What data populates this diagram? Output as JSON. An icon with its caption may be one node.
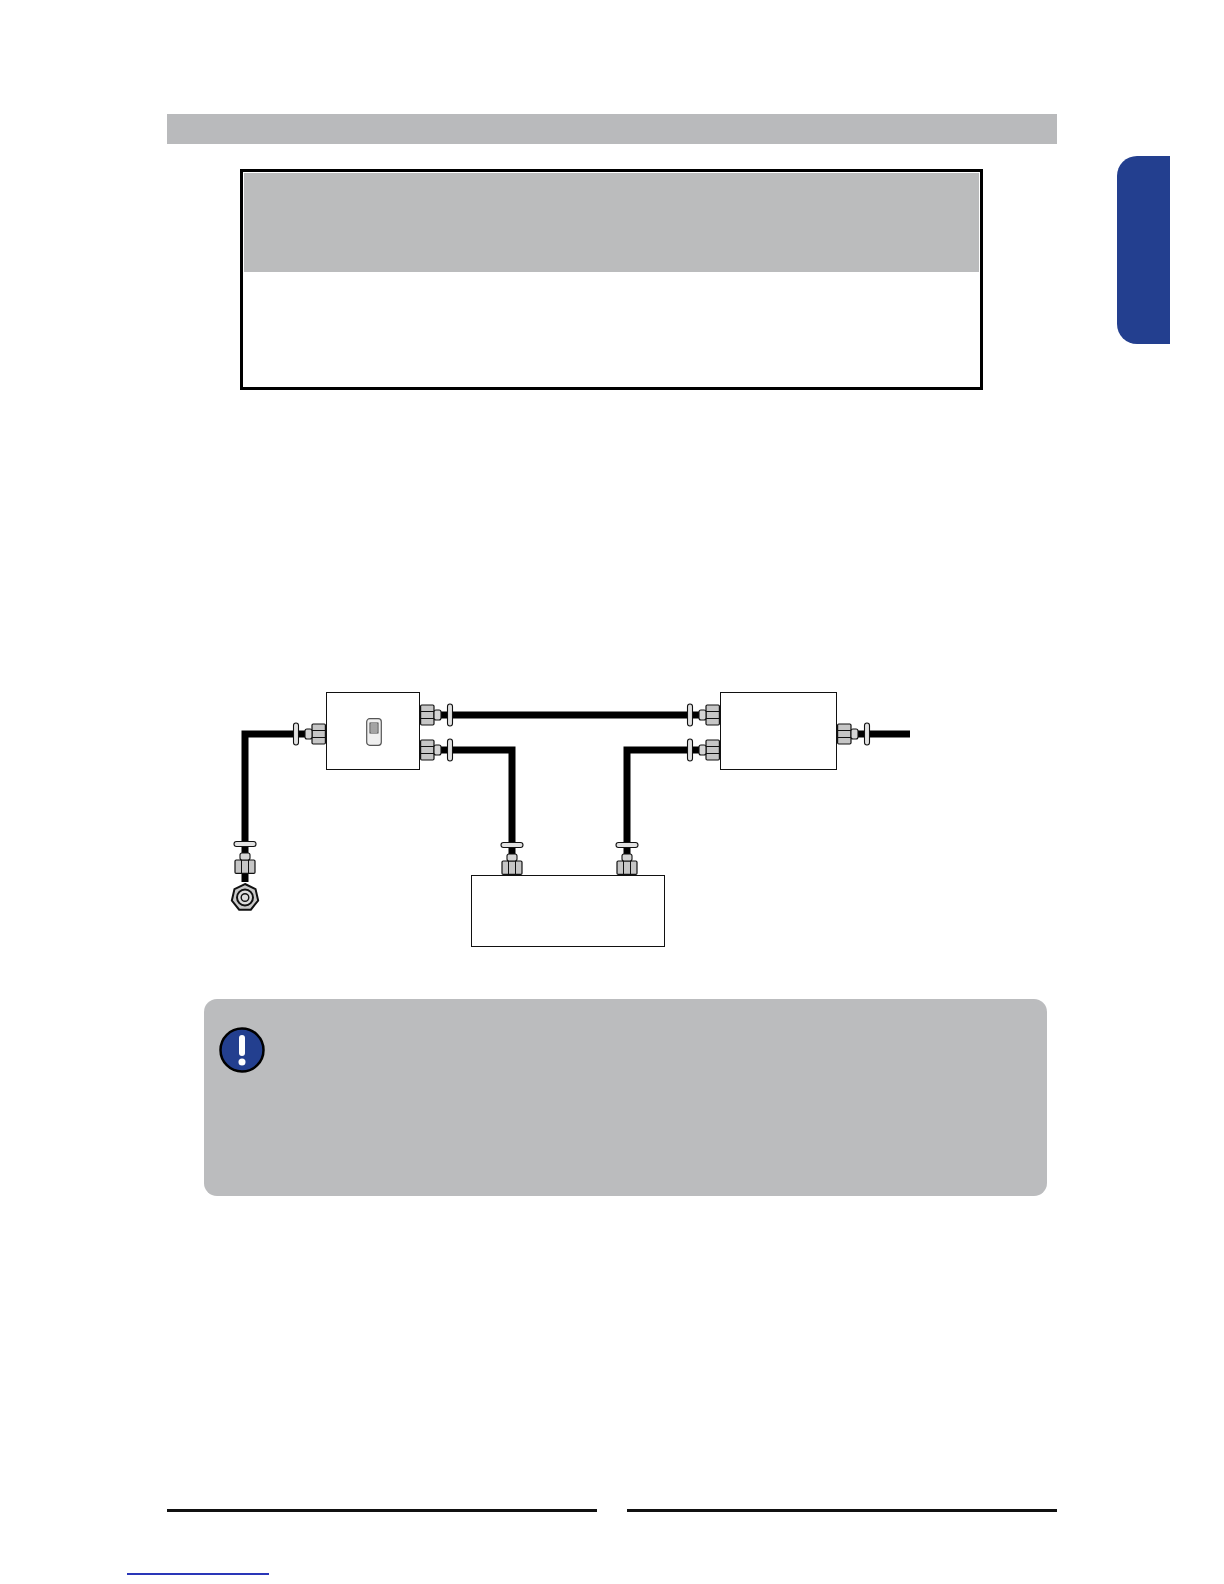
{
  "diagram": {
    "nodes": [
      {
        "text": [],
        "shape": "box"
      },
      {
        "text": [],
        "shape": "box"
      },
      {
        "text": [],
        "shape": "box"
      },
      {
        "text": [],
        "shape": "heptagon"
      },
      {
        "text": [],
        "shape": "tab"
      }
    ],
    "edges": [
      {
        "from": 3,
        "to": 0,
        "arrow": "other"
      },
      {
        "from": 0,
        "to": 1,
        "arrow": "other"
      },
      {
        "from": 0,
        "to": 2,
        "arrow": "other"
      },
      {
        "from": 1,
        "to": 2,
        "arrow": "other"
      },
      {
        "from": 1,
        "to": null,
        "arrow": "other"
      }
    ]
  }
}
